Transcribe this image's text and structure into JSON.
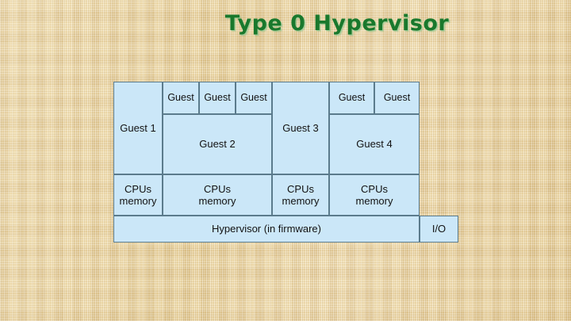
{
  "slide": {
    "title": "Type 0 Hypervisor",
    "title_color": "#19782c",
    "background_color": "#ecd6a4"
  },
  "diagram": {
    "fill_color": "#cbe7f8",
    "stroke_color": "#5b7b8c",
    "guest_top_boxes": [
      {
        "id": "guest2-vcpu-a",
        "label": "Guest"
      },
      {
        "id": "guest2-vcpu-b",
        "label": "Guest"
      },
      {
        "id": "guest2-vcpu-c",
        "label": "Guest"
      },
      {
        "id": "guest4-vcpu-a",
        "label": "Guest"
      },
      {
        "id": "guest4-vcpu-b",
        "label": "Guest"
      }
    ],
    "guests": [
      {
        "id": "guest-1",
        "label": "Guest 1"
      },
      {
        "id": "guest-2",
        "label": "Guest 2"
      },
      {
        "id": "guest-3",
        "label": "Guest 3"
      },
      {
        "id": "guest-4",
        "label": "Guest 4"
      }
    ],
    "resources": [
      {
        "id": "resources-1",
        "label": "CPUs\nmemory"
      },
      {
        "id": "resources-2",
        "label": "CPUs\nmemory"
      },
      {
        "id": "resources-3",
        "label": "CPUs\nmemory"
      },
      {
        "id": "resources-4",
        "label": "CPUs\nmemory"
      }
    ],
    "hypervisor": {
      "label": "Hypervisor (in firmware)"
    },
    "io": {
      "label": "I/O"
    }
  }
}
